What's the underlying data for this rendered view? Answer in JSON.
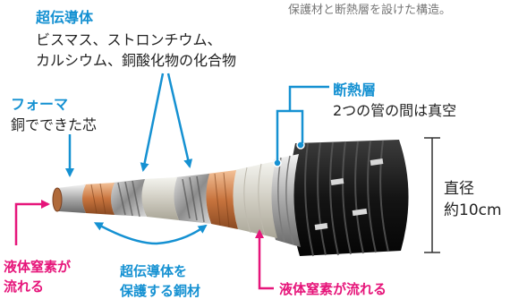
{
  "top_note": "保護材と断熱層を設けた構造。",
  "superconductor": {
    "title": "超伝導体",
    "desc_line1": "ビスマス、ストロンチウム、",
    "desc_line2": "カルシウム、銅酸化物の化合物"
  },
  "former": {
    "title": "フォーマ",
    "desc": "銅でできた芯"
  },
  "insulation": {
    "title": "断熱層",
    "desc": "2つの管の間は真空"
  },
  "diameter": {
    "line1": "直径",
    "line2": "約10cm"
  },
  "protect": {
    "line1": "超伝導体を",
    "line2": "保護する銅材"
  },
  "nitrogen_left": {
    "line1": "液体窒素が",
    "line2": "流れる"
  },
  "nitrogen_right": "液体窒素が流れる",
  "colors": {
    "blue": "#1591d2",
    "pink": "#e6157a",
    "text": "#222222"
  }
}
